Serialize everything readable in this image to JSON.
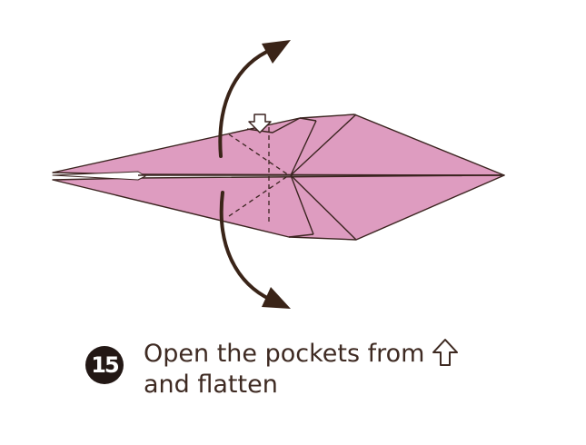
{
  "step": {
    "number": "15",
    "instruction_line1": "Open the pockets from",
    "instruction_line2": "and flatten",
    "instruction_icon": "outline-up-arrow-icon"
  },
  "colors": {
    "paper": "#de9cc0",
    "paper_edge": "#3b2420",
    "arrow": "#3a2418",
    "caption_text": "#3e2a22",
    "badge": "#231815"
  }
}
